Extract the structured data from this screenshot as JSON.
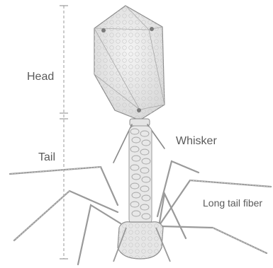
{
  "labels": {
    "head": "Head",
    "tail": "Tail",
    "whisker": "Whisker",
    "long_tail_fiber": "Long tail fiber"
  },
  "colors": {
    "outline": "#8a8a8a",
    "fill": "#e6e6e6",
    "text": "#5a5a5a"
  }
}
